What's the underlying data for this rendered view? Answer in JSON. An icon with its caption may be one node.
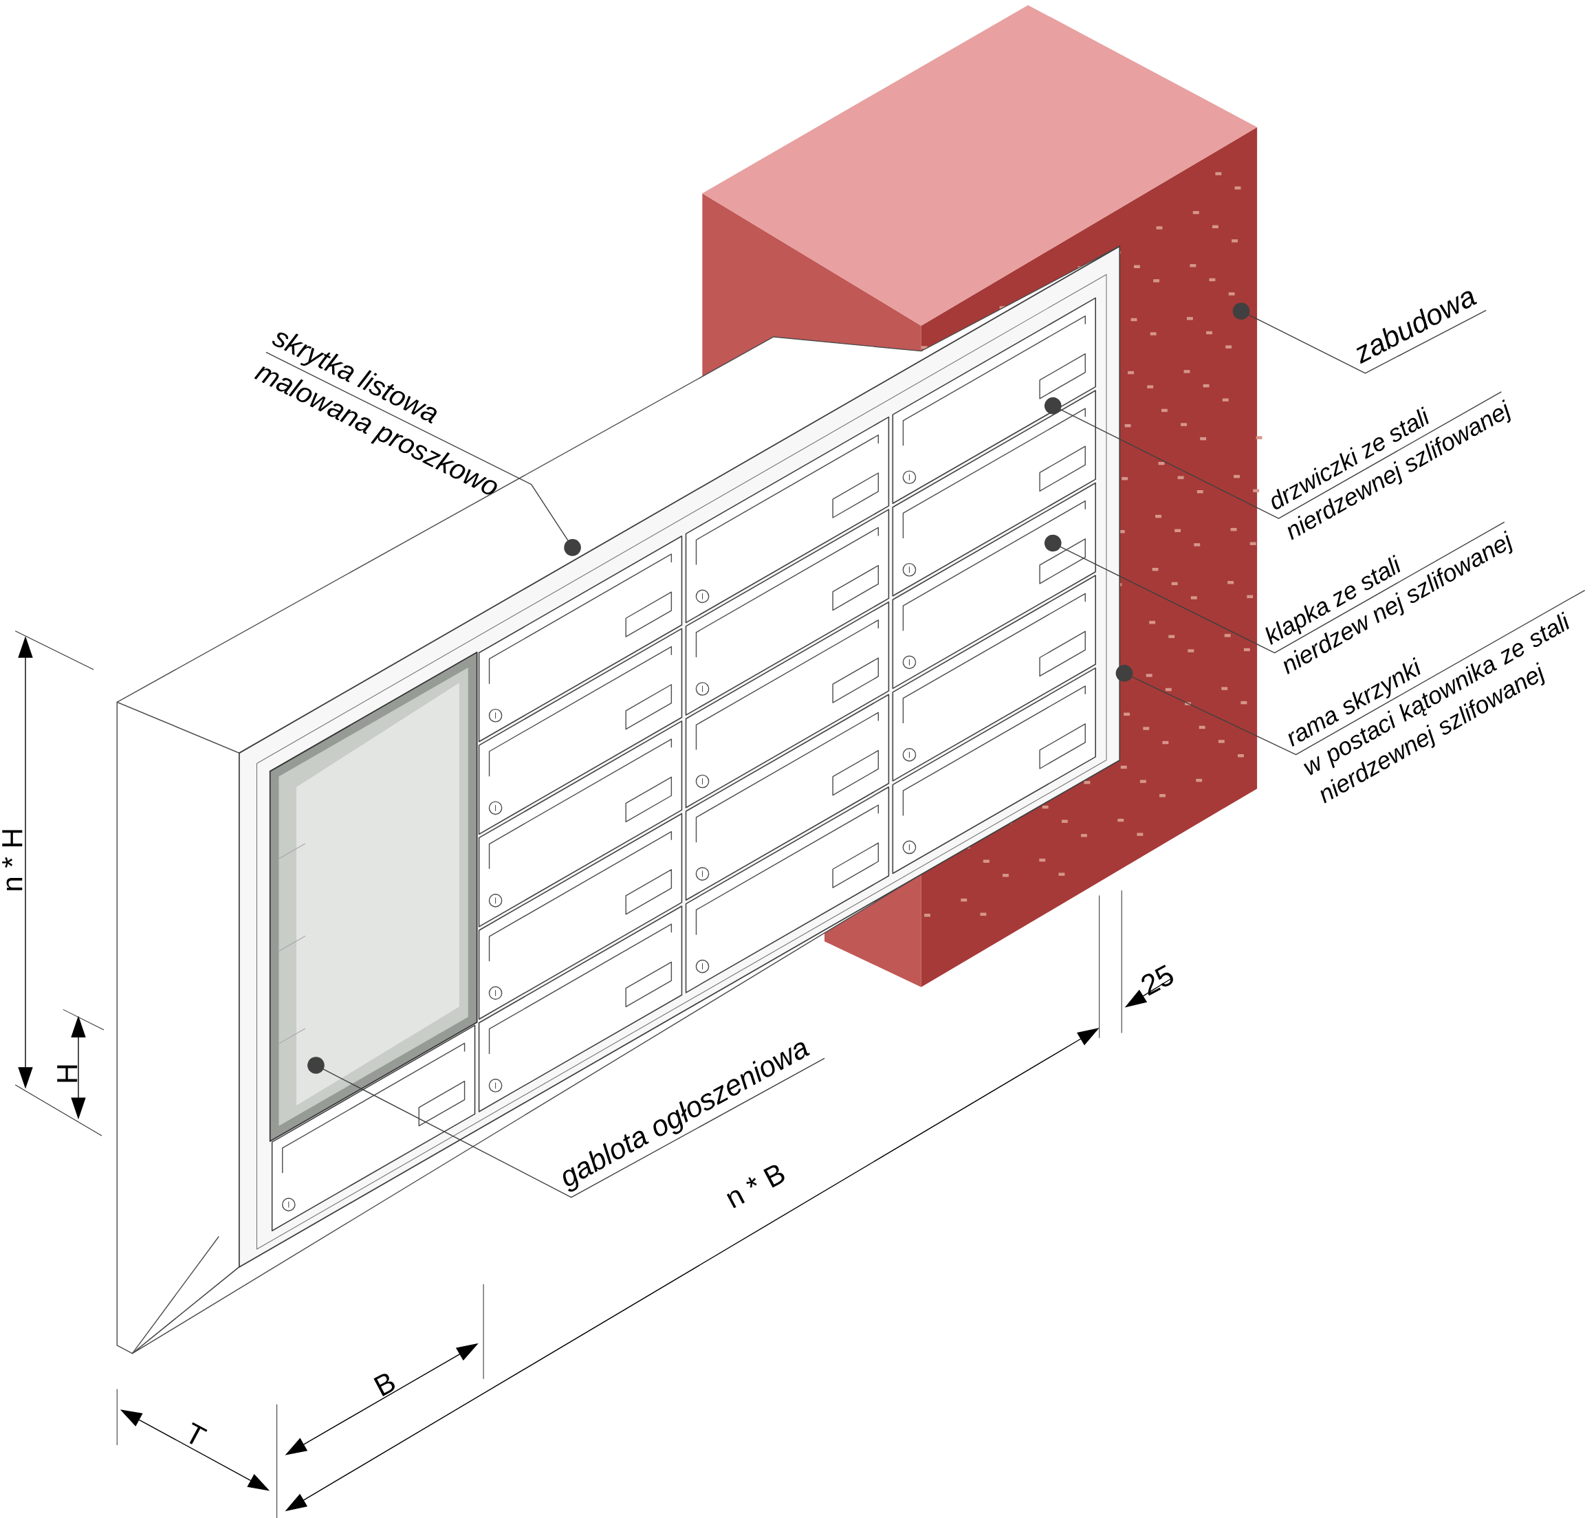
{
  "diagram": {
    "nodes": [
      {
        "text": [
          "skrytka listowa",
          "malowana proszkowo"
        ]
      },
      {
        "text": [
          "zabudowa"
        ]
      },
      {
        "text": [
          "drzwiczki ze stali",
          "nierdzewnej szlifowanej"
        ]
      },
      {
        "text": [
          "klapka ze stali",
          "nierdzew nej szlifowanej"
        ]
      },
      {
        "text": [
          "rama skrzynki",
          "w postaci kątownika ze stali nierdzewnej szlifowanej"
        ]
      },
      {
        "text": [
          "gablota ogłoszeniowa"
        ]
      }
    ],
    "edges": [
      {
        "from": 0,
        "to": null,
        "arrow": "other"
      },
      {
        "from": 1,
        "to": null,
        "arrow": "other"
      },
      {
        "from": 2,
        "to": null,
        "arrow": "other"
      },
      {
        "from": 3,
        "to": null,
        "arrow": "other"
      },
      {
        "from": 4,
        "to": null,
        "arrow": "other"
      },
      {
        "from": 5,
        "to": null,
        "arrow": "other"
      }
    ],
    "labels": [
      "n * H",
      "H",
      "25",
      "n * B",
      "B",
      "T"
    ]
  }
}
